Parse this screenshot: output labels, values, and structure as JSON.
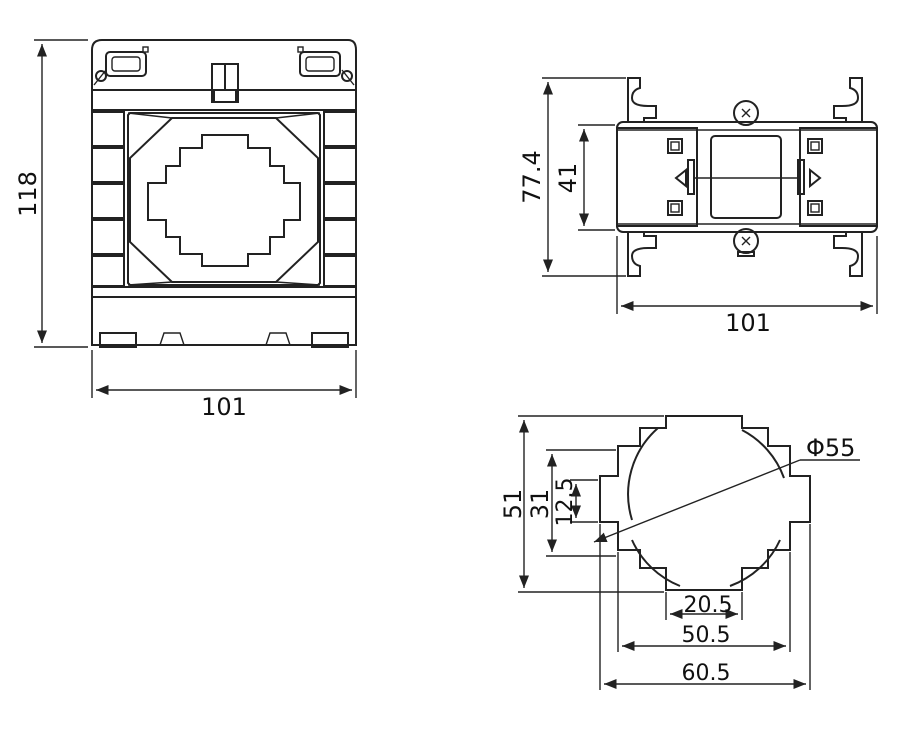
{
  "views": {
    "front": {
      "height_label": "118",
      "width_label": "101"
    },
    "top": {
      "outer_label": "77.4",
      "inner_label": "41",
      "width_label": "101"
    },
    "window": {
      "diameter_label": "Φ55",
      "height_outer_label": "51",
      "height_mid_label": "31",
      "height_inner_label": "12.5",
      "width_inner_label": "20.5",
      "width_mid_label": "50.5",
      "width_outer_label": "60.5"
    }
  },
  "colors": {
    "line": "#222222",
    "background": "#ffffff"
  }
}
